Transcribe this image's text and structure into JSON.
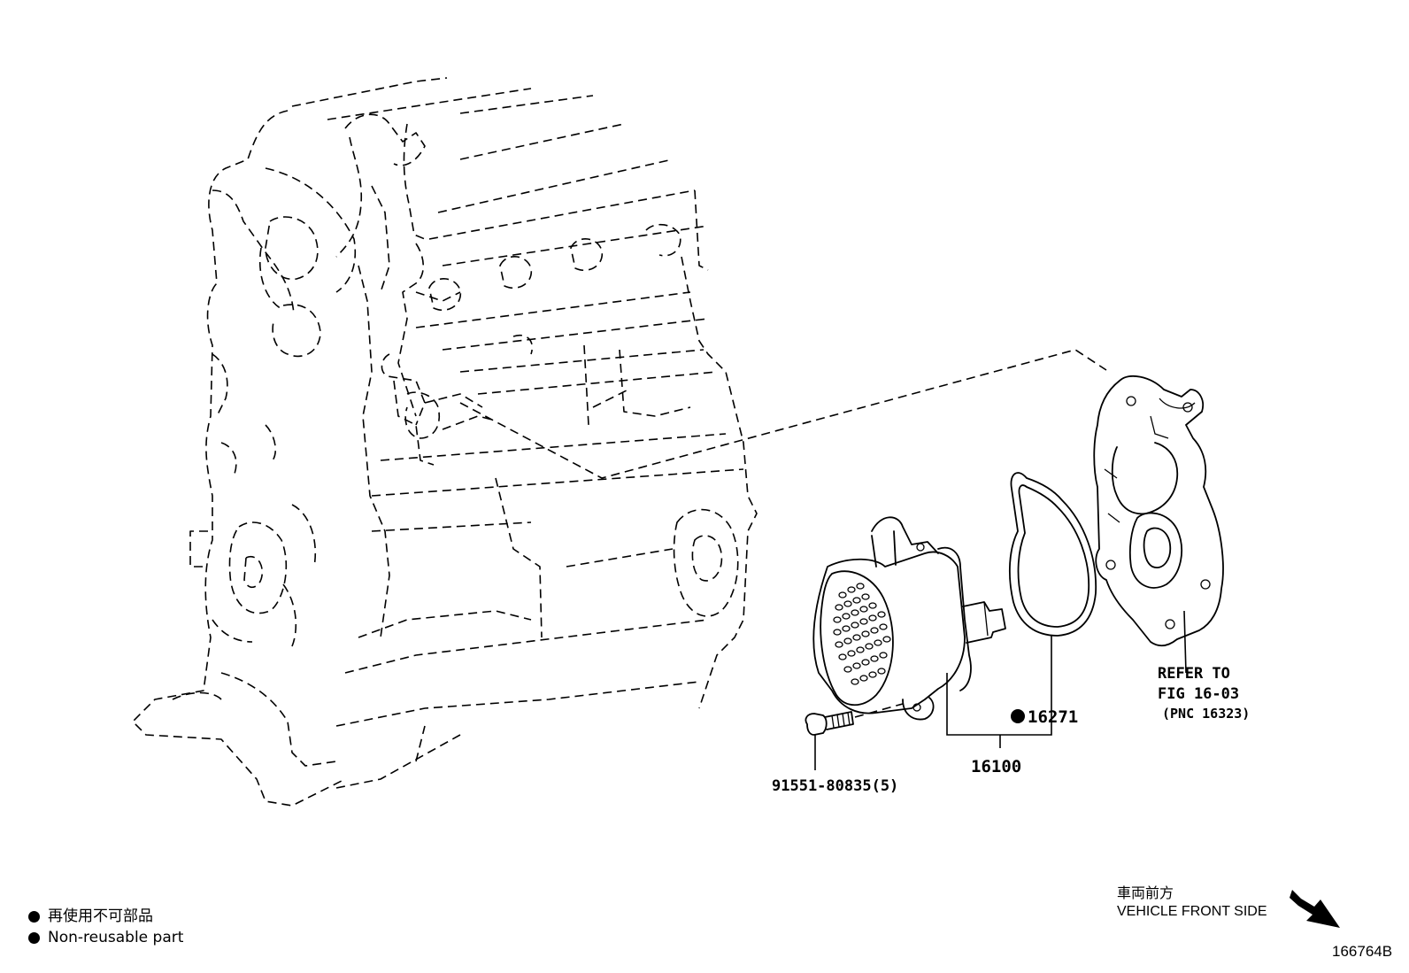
{
  "callouts": {
    "gasket_part": "16271",
    "pump_assembly": "16100",
    "bolt": "91551-80835(5)",
    "refer_line1": "REFER TO",
    "refer_line2": "FIG 16-03",
    "refer_line3": "(PNC 16323)"
  },
  "legend": {
    "jp": "再使用不可部品",
    "en": "Non-reusable part"
  },
  "direction": {
    "jp": "車両前方",
    "en": "VEHICLE FRONT SIDE"
  },
  "figure_number": "166764B"
}
